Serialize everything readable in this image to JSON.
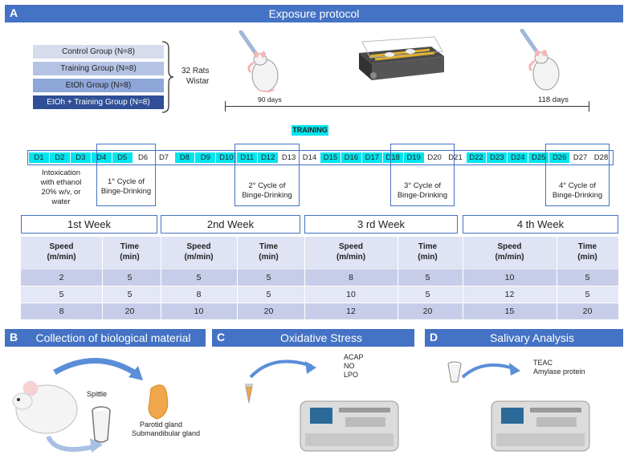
{
  "panel_a": {
    "letter": "A",
    "title": "Exposure protocol",
    "groups": [
      "Control Group (N=8)",
      "Training Group (N=8)",
      "EtOh Group (N=8)",
      "EtOh + Training Group (N=8)"
    ],
    "rats_label": "32 Rats",
    "strain_label": "Wistar",
    "timeline_start": "90 days",
    "timeline_end": "118 days",
    "training_label": "TRAINING",
    "days": [
      "D1",
      "D2",
      "D3",
      "D4",
      "D5",
      "D6",
      "D7",
      "D8",
      "D9",
      "D10",
      "D11",
      "D12",
      "D13",
      "D14",
      "D15",
      "D16",
      "D17",
      "D18",
      "D19",
      "D20",
      "D21",
      "D22",
      "D23",
      "D24",
      "D25",
      "D26",
      "D27",
      "D28"
    ],
    "intoxication_lines": [
      "Intoxication",
      "with ethanol",
      "20% w/v, or",
      "water"
    ],
    "cycles": [
      {
        "line1": "1° Cycle of",
        "line2": "Binge-Drinking"
      },
      {
        "line1": "2° Cycle of",
        "line2": "Binge-Drinking"
      },
      {
        "line1": "3° Cycle of",
        "line2": "Binge-Drinking"
      },
      {
        "line1": "4° Cycle of",
        "line2": "Binge-Drinking"
      }
    ],
    "weeks": [
      "1st Week",
      "2nd Week",
      "3 rd Week",
      "4 th Week"
    ],
    "speed_header": [
      "Speed",
      "(m/min)"
    ],
    "time_header": [
      "Time",
      "(min)"
    ],
    "table_rows": [
      [
        "2",
        "5",
        "5",
        "5",
        "8",
        "5",
        "10",
        "5"
      ],
      [
        "5",
        "5",
        "8",
        "5",
        "10",
        "5",
        "12",
        "5"
      ],
      [
        "8",
        "20",
        "10",
        "20",
        "12",
        "20",
        "15",
        "20"
      ]
    ]
  },
  "panel_b": {
    "letter": "B",
    "title": "Collection of biological material",
    "spittle_label": "Spittle",
    "gland_lines": [
      "Parotid gland",
      "Submandibular gland"
    ]
  },
  "panel_c": {
    "letter": "C",
    "title": "Oxidative Stress",
    "assays": [
      "ACAP",
      "NO",
      "LPO"
    ]
  },
  "panel_d": {
    "letter": "D",
    "title": "Salivary Analysis",
    "assays": [
      "TEAC",
      "Amylase protein"
    ]
  },
  "colors": {
    "banner": "#4472c4",
    "cyan": "#00e5ee",
    "group_1": "#d6dcec",
    "group_2": "#b4c3e4",
    "group_3": "#8ea6d8",
    "group_4": "#2f4f96",
    "table_header": "#dfe3f3",
    "table_row_dark": "#c7cde9",
    "table_row_light": "#e4e7f5"
  }
}
